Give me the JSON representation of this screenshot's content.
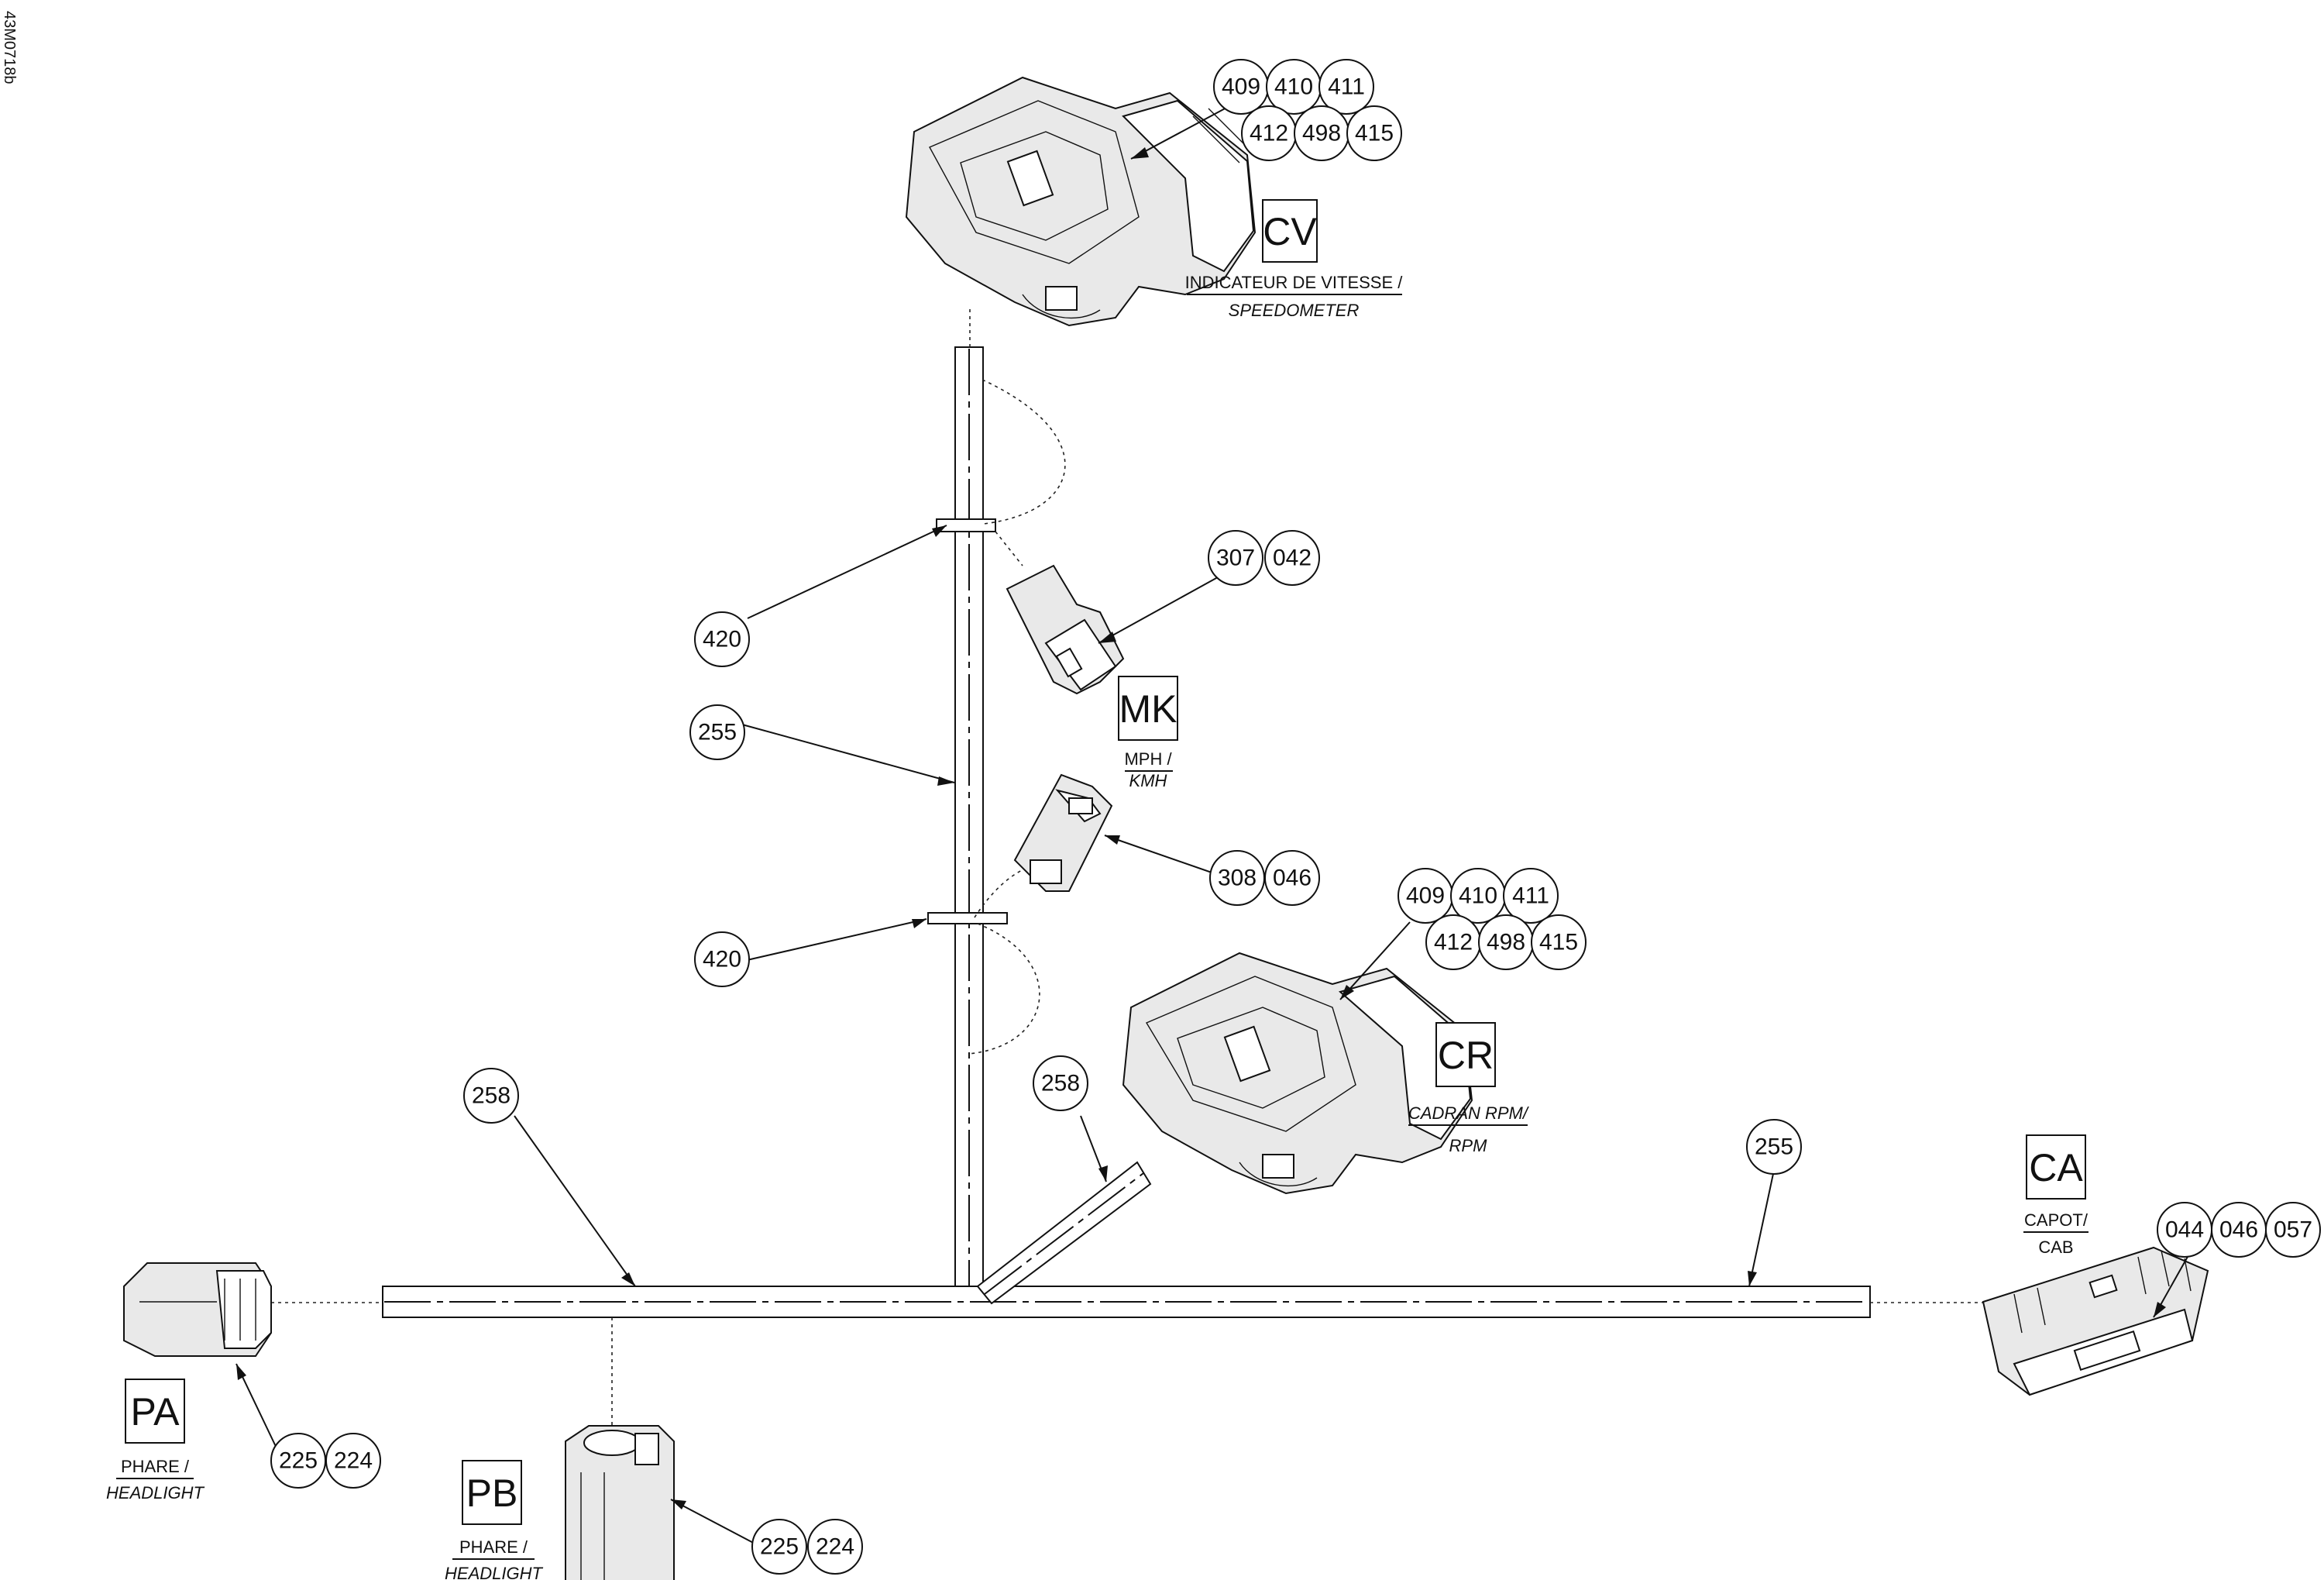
{
  "drawing_id": "43M0718b",
  "connectors": {
    "cv": {
      "code": "CV",
      "label_fr": "INDICATEUR DE VITESSE /",
      "label_en": "SPEEDOMETER",
      "callouts": [
        "409",
        "410",
        "411",
        "412",
        "498",
        "415"
      ]
    },
    "mk": {
      "code": "MK",
      "label_fr": "MPH /",
      "label_en": "KMH",
      "callouts_top": [
        "307",
        "042"
      ],
      "callouts_bottom": [
        "308",
        "046"
      ]
    },
    "cr": {
      "code": "CR",
      "label_fr": "CADRAN RPM/",
      "label_en": "RPM",
      "callouts": [
        "409",
        "410",
        "411",
        "412",
        "498",
        "415"
      ]
    },
    "ca": {
      "code": "CA",
      "label_fr": "CAPOT/",
      "label_en": "CAB",
      "callouts": [
        "044",
        "046",
        "057"
      ]
    },
    "pa": {
      "code": "PA",
      "label_fr": "PHARE /",
      "label_en": "HEADLIGHT",
      "callouts": [
        "225",
        "224"
      ]
    },
    "pb": {
      "code": "PB",
      "label_fr": "PHARE /",
      "label_en": "HEADLIGHT",
      "callouts": [
        "225",
        "224"
      ]
    }
  },
  "harness_callouts": {
    "clip_upper": "420",
    "clip_lower": "420",
    "trunk_vertical": "255",
    "trunk_left": "258",
    "branch_rpm": "258",
    "trunk_right": "255"
  }
}
